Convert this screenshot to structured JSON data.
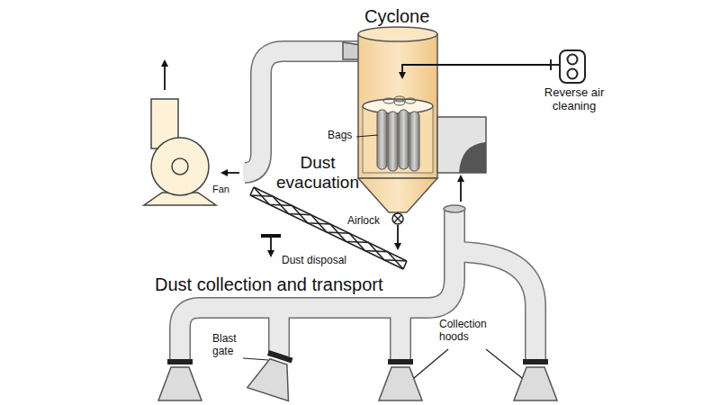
{
  "diagram": {
    "labels": [
      "Cyclone",
      "Reverse air cleaning",
      "Bags",
      "Fan",
      "Dust evacuation",
      "Airlock",
      "Dust disposal",
      "Dust collection and transport",
      "Blast gate",
      "Collection hoods"
    ]
  }
}
